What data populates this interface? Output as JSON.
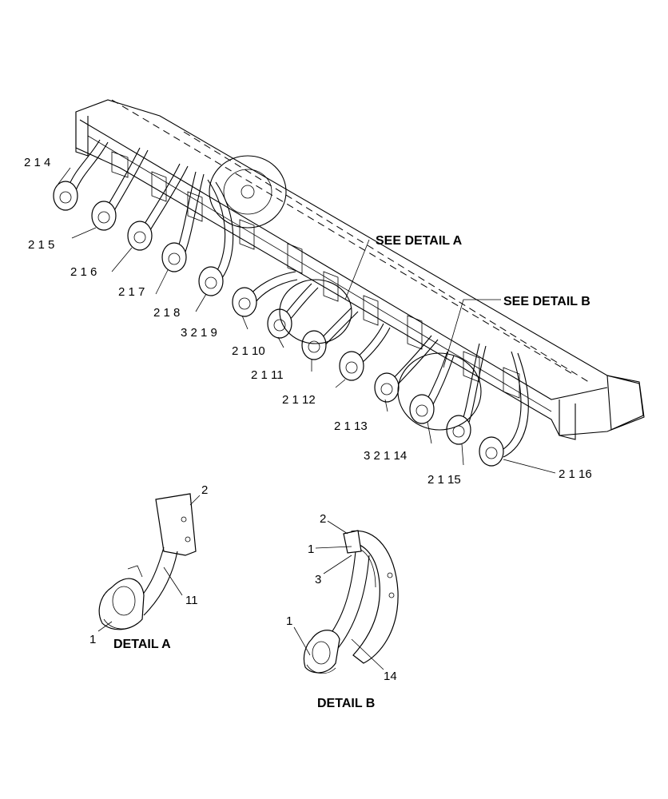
{
  "callouts": {
    "c4": "2  1  4",
    "c5": "2  1  5",
    "c6": "2  1  6",
    "c7": "2  1  7",
    "c8": "2  1  8",
    "c9": "3  2  1  9",
    "c10": "2  1  10",
    "c11": "2  1  11",
    "c12": "2  1  12",
    "c13": "2  1  13",
    "c14": "3  2  1  14",
    "c15": "2  1  15",
    "c16": "2  1  16"
  },
  "references": {
    "see_a": "SEE DETAIL  A",
    "see_b": "SEE DETAIL  B"
  },
  "detail_a": {
    "title": "DETAIL  A",
    "label_2": "2",
    "label_11": "11",
    "label_1": "1"
  },
  "detail_b": {
    "title": "DETAIL  B",
    "label_2": "2",
    "label_1_top": "1",
    "label_3": "3",
    "label_1_bottom": "1",
    "label_14": "14"
  }
}
